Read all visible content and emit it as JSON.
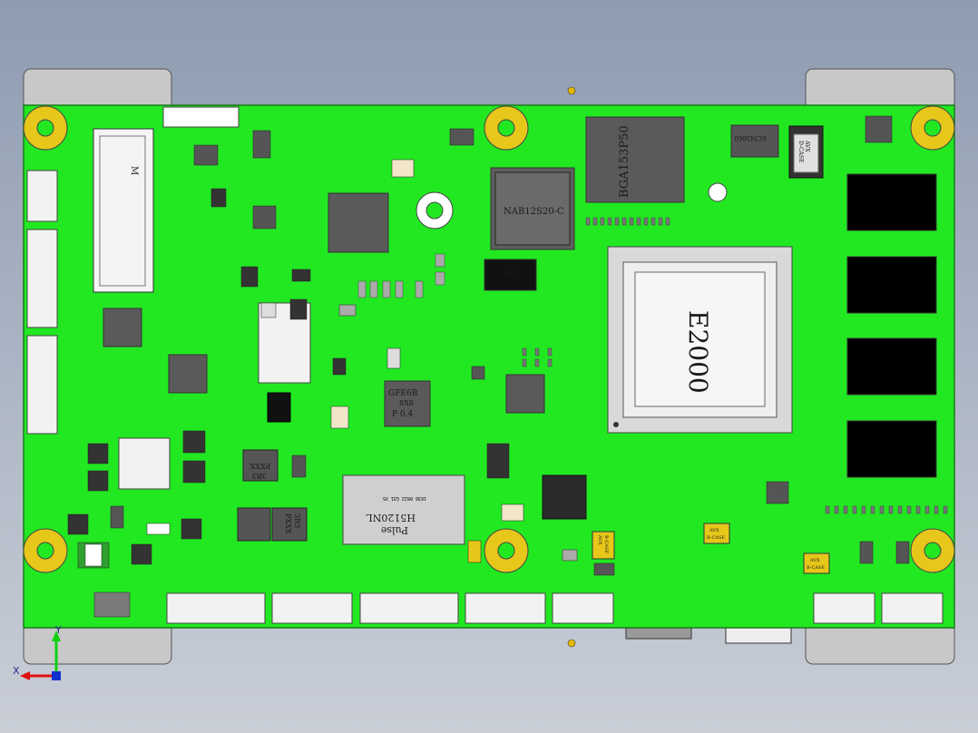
{
  "labels": {
    "cpu": "E2000",
    "bga": "BGA153P50",
    "power_module": "NAB12S20-C",
    "transformer_brand": "Pulse",
    "transformer_part": "H5120NL",
    "transformer_code": "1636 0822 G31 X5",
    "qfn_top": "GFE6B",
    "qfn_mid": "8X8",
    "qfn_bot": "P 0.4",
    "inductor_a_top": "3R3",
    "inductor_a_bot": "PXXX",
    "inductor_b_top": "3R3",
    "inductor_b_bot": "PXXX",
    "m2_mark": "M",
    "avx_side": "AVX",
    "avx_a_top": "AVX",
    "avx_a_bot": "B-CASE",
    "avx_b_top": "AVX",
    "avx_b_bot": "B-CASE",
    "avx_c_top": "AVX",
    "avx_c_bot": "B-CASE",
    "avx_box_top": "AVX",
    "avx_box_bot": "D-CASE",
    "ecm_mark": "ECM3860",
    "axis_x": "X",
    "axis_y": "Y"
  },
  "colors": {
    "pcb": "#22e822",
    "frame": "#c9c9c9",
    "chip_dark": "#555555",
    "pad_gold": "#e6c71a"
  }
}
